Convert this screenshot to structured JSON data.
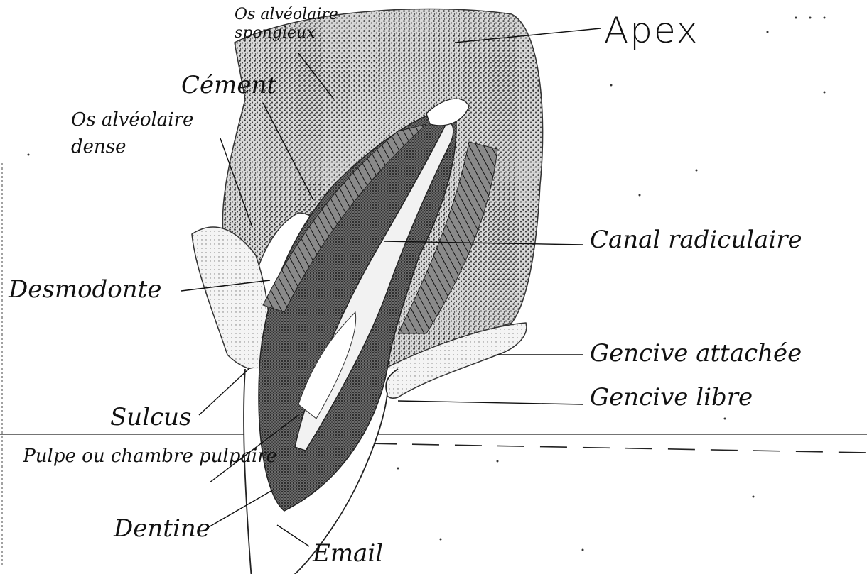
{
  "labels": {
    "apex": "Apex",
    "os_spongieux": "Os alvéolaire spongieux",
    "cement": "Cément",
    "os_dense": "Os alvéolaire dense",
    "canal": "Canal radiculaire",
    "desmodonte": "Desmodonte",
    "gencive_attachee": "Gencive attachée",
    "gencive_libre": "Gencive libre",
    "sulcus": "Sulcus",
    "pulpe": "Pulpe ou chambre pulpaire",
    "dentine": "Dentine",
    "email": "Email"
  },
  "colors": {
    "ink": "#111111",
    "bone_stipple": "#3a3a3a",
    "background": "#ffffff"
  }
}
